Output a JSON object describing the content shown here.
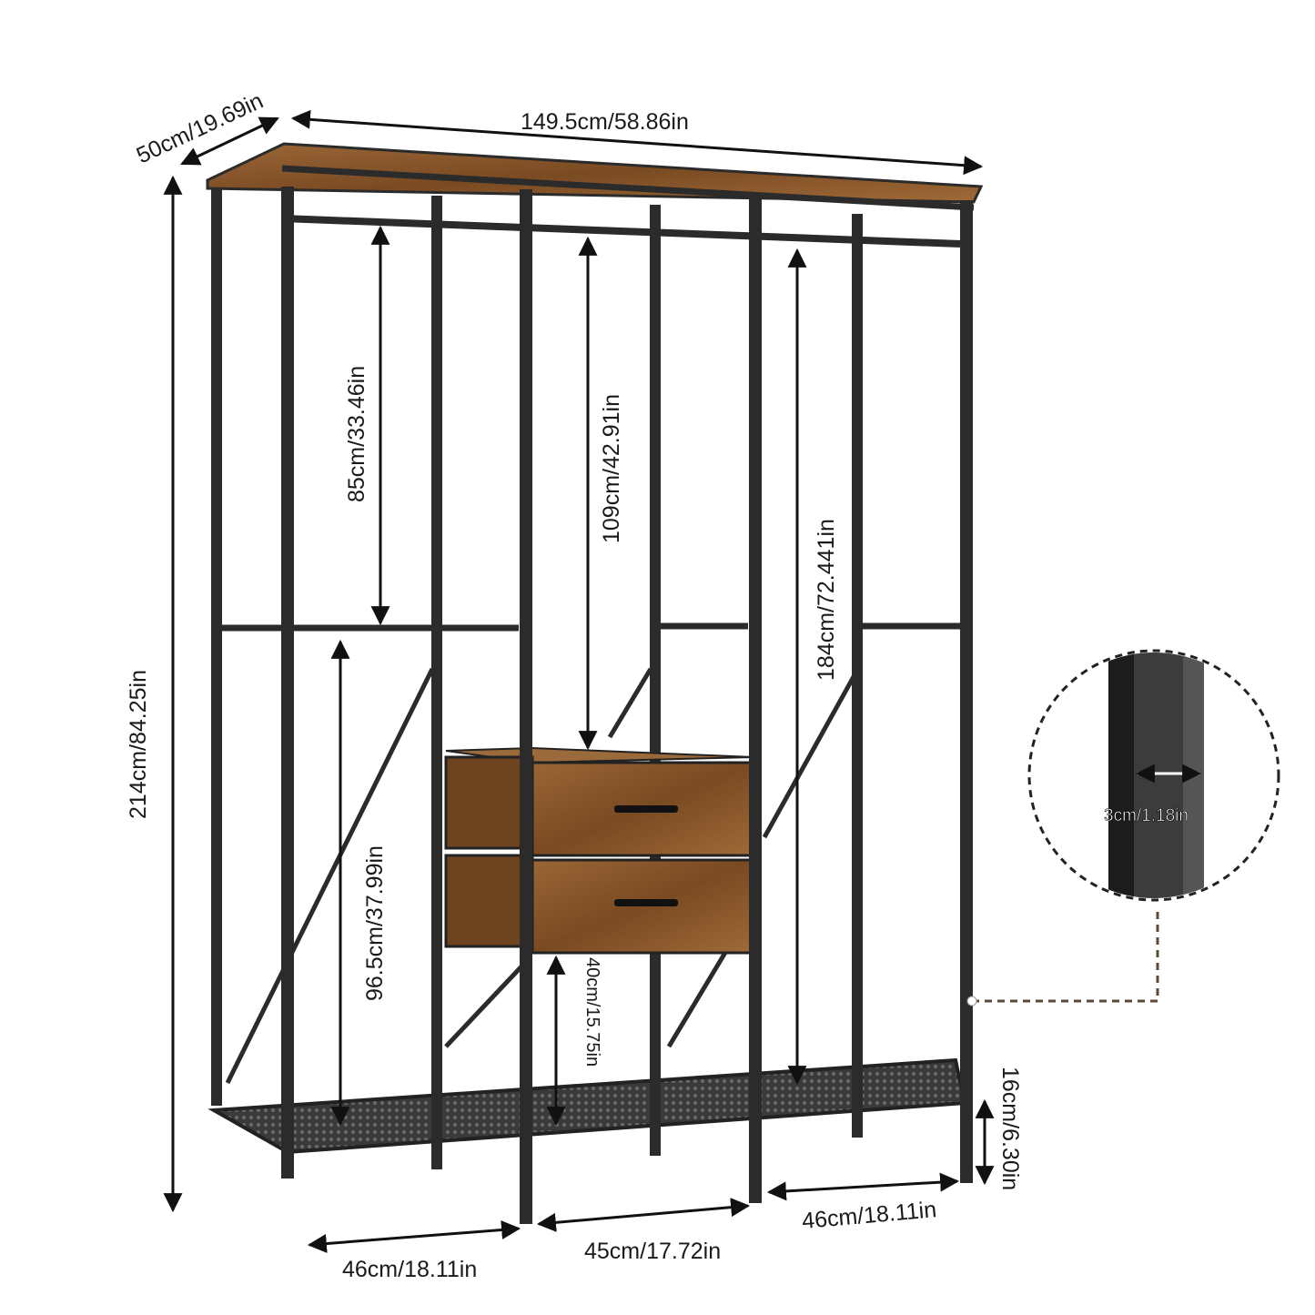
{
  "dimensions": {
    "depth": "50cm/19.69in",
    "width": "149.5cm/58.86in",
    "height": "214cm/84.25in",
    "left_upper_hanging": "85cm/33.46in",
    "center_hanging": "109cm/42.91in",
    "right_hanging": "184cm/72.441in",
    "left_lower_hanging": "96.5cm/37.99in",
    "drawer_clearance": "40cm/15.75in",
    "bottom_clearance": "16cm/6.30in",
    "left_section_width": "46cm/18.11in",
    "center_section_width": "45cm/17.72in",
    "right_section_width": "46cm/18.11in",
    "tube_width": "3cm/1.18in"
  },
  "colors": {
    "frame": "#2b2b2b",
    "wood": "#8a5a2e",
    "wood_dark": "#5e3a1a",
    "leader_line": "#5a4a36"
  }
}
